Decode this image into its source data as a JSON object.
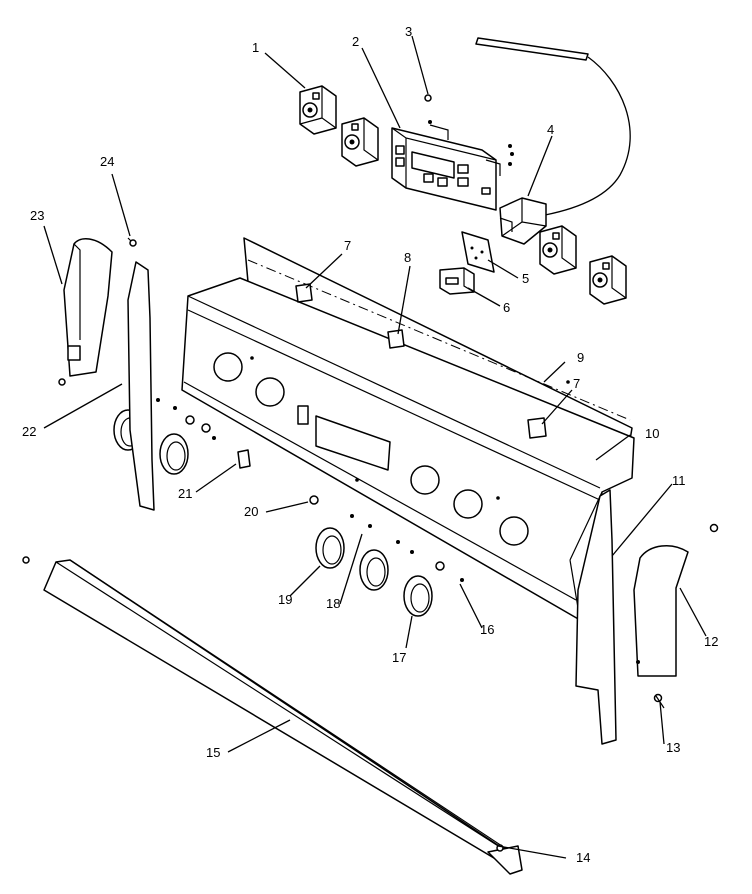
{
  "callouts": [
    {
      "id": "1",
      "text": "1"
    },
    {
      "id": "2",
      "text": "2"
    },
    {
      "id": "3",
      "text": "3"
    },
    {
      "id": "4",
      "text": "4"
    },
    {
      "id": "5",
      "text": "5"
    },
    {
      "id": "6",
      "text": "6"
    },
    {
      "id": "7a",
      "text": "7"
    },
    {
      "id": "7b",
      "text": "7"
    },
    {
      "id": "8",
      "text": "8"
    },
    {
      "id": "9",
      "text": "9"
    },
    {
      "id": "10",
      "text": "10"
    },
    {
      "id": "11",
      "text": "11"
    },
    {
      "id": "12",
      "text": "12"
    },
    {
      "id": "13",
      "text": "13"
    },
    {
      "id": "14",
      "text": "14"
    },
    {
      "id": "15",
      "text": "15"
    },
    {
      "id": "16",
      "text": "16"
    },
    {
      "id": "17",
      "text": "17"
    },
    {
      "id": "18",
      "text": "18"
    },
    {
      "id": "19",
      "text": "19"
    },
    {
      "id": "20",
      "text": "20"
    },
    {
      "id": "21",
      "text": "21"
    },
    {
      "id": "22",
      "text": "22"
    },
    {
      "id": "23",
      "text": "23"
    },
    {
      "id": "24",
      "text": "24"
    }
  ]
}
